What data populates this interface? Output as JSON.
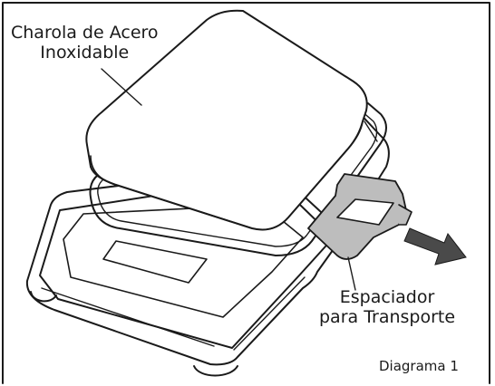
{
  "labels": {
    "tray_line1": "Charola de Acero",
    "tray_line2": "Inoxidable",
    "spacer_line1": "Espaciador",
    "spacer_line2": "para Transporte",
    "diagram_caption": "Diagrama 1"
  },
  "colors": {
    "line": "#1a1a1a",
    "spacer_fill": "#bdbdbd",
    "arrow_fill": "#4a4a4a",
    "background": "#ffffff"
  }
}
